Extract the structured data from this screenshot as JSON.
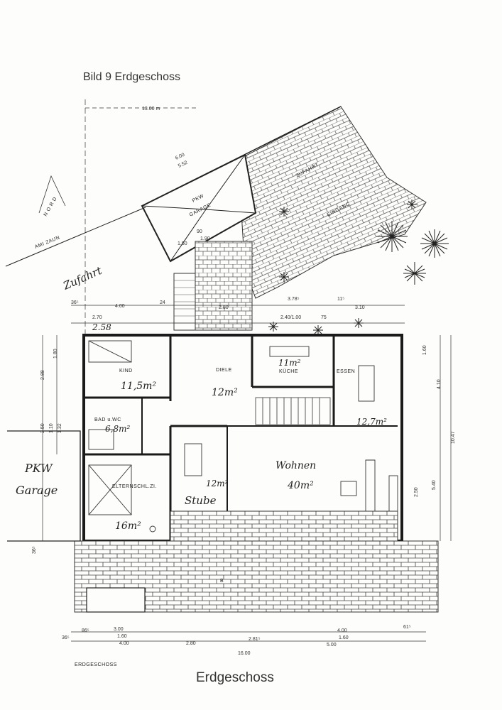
{
  "title": "Bild 9   Erdgeschoss",
  "caption": "Erdgeschoss",
  "plan_label_bottom": "ERDGESCHOSS",
  "north_label": "N O R D",
  "rooms": {
    "kind": {
      "label": "KIND",
      "area": "11,5m²"
    },
    "diele": {
      "label": "DIELE",
      "area": "12m²"
    },
    "kueche": {
      "label": "KÜCHE",
      "area": "11m²"
    },
    "essen": {
      "label": "ESSEN",
      "area": "12,7m²"
    },
    "bad": {
      "label": "BAD u.WC",
      "area": "6,8m²"
    },
    "wohnen": {
      "label": "Wohnen",
      "area": "40m²"
    },
    "stube": {
      "label": "Stube",
      "area": "12m²"
    },
    "eltern": {
      "label": "ELTERNSCHL.ZI.",
      "area": "16m²"
    },
    "garage_left": {
      "line1": "PKW",
      "line2": "Garage"
    },
    "garage_top": {
      "line1": "PKW",
      "line2": "GARAGE"
    }
  },
  "site_labels": {
    "zufahrt_hand": "Zufahrt",
    "zufahrt": "ZUFAHRT",
    "eingang": "EINGANG",
    "zaun": "AMI ZAUN",
    "wc": "WC",
    "b_mark": "B"
  },
  "dimensions": {
    "top_total": "13.00 m",
    "d_600": "6.00",
    "d_552": "5.52",
    "d_400": "4.00",
    "d_365": "36⁵",
    "d_24": "24",
    "d_270": "2.70",
    "d_258": "2.58",
    "d_280": "2.80",
    "d_378": "3.78⁵",
    "d_240": "2.40/1.00",
    "d_310": "3.10",
    "d_115": "11⁵",
    "d_75": "75",
    "d_150": "1.50",
    "d_190": "1.90",
    "d_90": "90",
    "d_160r": "1.60",
    "d_410": "4.10",
    "d_1047": "10.47",
    "d_540": "5.40",
    "d_250": "2.50",
    "b_300": "3.00",
    "b_160a": "1.60",
    "b_400a": "4.00",
    "b_865": "86⁵",
    "b_280": "2.80",
    "b_2815": "2.81⁵",
    "b_400b": "4.00",
    "b_160b": "1.60",
    "b_500": "5.00",
    "b_615": "61⁵",
    "b_1600": "16.00",
    "b_365": "36⁵",
    "l_250": "2.50",
    "l_110": "1.10",
    "l_132": "1.32",
    "l_288": "2.88",
    "l_180": "1.80",
    "l_365": "36⁵"
  }
}
